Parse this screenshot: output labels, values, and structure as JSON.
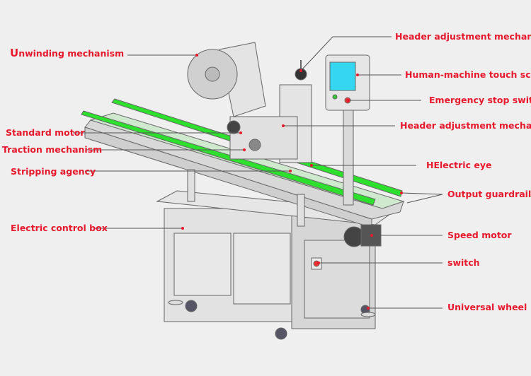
{
  "title": "Labeling machine component diagram",
  "colors": {
    "label": "#e8192c",
    "leader": "#555555",
    "guardrail": "#2ee02e",
    "frame": "#d4d4d4",
    "screen": "#35d7f0"
  },
  "labels": {
    "unwinding": "Unwinding mechanism",
    "header_adjust_top": "Header adjustment mechanism",
    "touch_screen": "Human-machine touch screen",
    "emergency_stop": "Emergency stop switch",
    "header_adjust_mid": "Header adjustment mechanism",
    "standard_motor": "Standard motor",
    "traction": "Traction mechanism",
    "electric_eye": "HElectric eye",
    "stripping": "Stripping agency",
    "output_guardrail": "Output guardrail",
    "control_box": "Electric control box",
    "speed_motor": "Speed motor",
    "switch": "switch",
    "universal_wheel": "Universal wheel"
  }
}
